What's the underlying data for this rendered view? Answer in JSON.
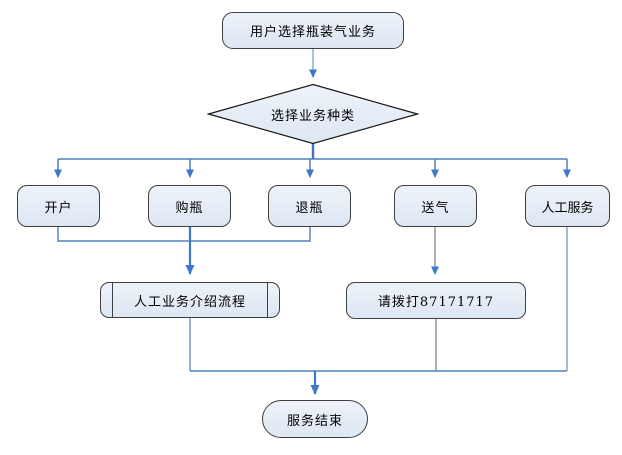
{
  "diagram": {
    "type": "flowchart",
    "nodes": {
      "start": {
        "type": "terminator",
        "label": "用户选择瓶装气业务"
      },
      "decision": {
        "type": "decision",
        "label": "选择业务种类"
      },
      "branches": [
        {
          "id": "open-account",
          "label": "开户"
        },
        {
          "id": "buy-bottle",
          "label": "购瓶"
        },
        {
          "id": "return-bottle",
          "label": "退瓶"
        },
        {
          "id": "deliver-gas",
          "label": "送气"
        },
        {
          "id": "manual-service",
          "label": "人工服务"
        }
      ],
      "intro": {
        "type": "predefined-process",
        "label": "人工业务介绍流程"
      },
      "call": {
        "type": "process",
        "label": "请拨打87171717"
      },
      "end": {
        "type": "terminator",
        "label": "服务结束"
      }
    },
    "colors": {
      "node_fill": "#e7eef7",
      "node_border": "#3f3f3f",
      "diamond_border": "#1a1a1a",
      "connector_blue": "#4f81bd",
      "connector_bold_blue": "#3e79c8",
      "connector_light_blue": "#95b3d7",
      "connector_slate": "#7796bf",
      "connector_gray": "#666e79"
    }
  }
}
